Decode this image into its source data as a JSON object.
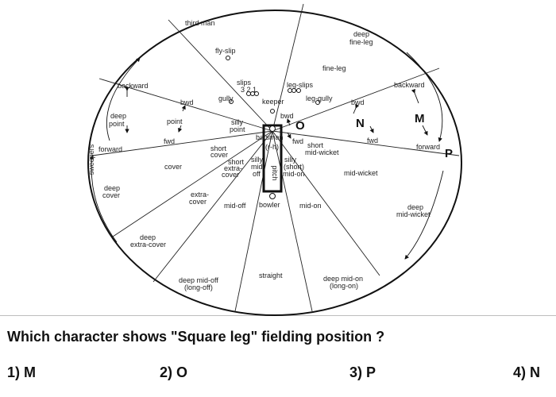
{
  "question": "Which character shows \"Square leg\" fielding position ?",
  "options": [
    {
      "label": "1) M"
    },
    {
      "label": "2) O"
    },
    {
      "label": "3) P"
    },
    {
      "label": "4) N"
    }
  ],
  "diagram": {
    "markers": {
      "M": "M",
      "N": "N",
      "O": "O",
      "P": "P"
    },
    "positions": {
      "third_man": "third man",
      "fly_slip": "fly-slip",
      "slips": "slips",
      "slip_numbers": "3 2 1",
      "gully": "gully",
      "keeper": "keeper",
      "leg_slips": "leg-slips",
      "leg_gully": "leg-gully",
      "deep_fine_leg_1": "deep",
      "deep_fine_leg_2": "fine-leg",
      "fine_leg": "fine-leg",
      "backward_off": "backward",
      "backward_leg": "backward",
      "bwd_off": "bwd",
      "bwd_keeper": "bwd",
      "bwd_leg": "bwd",
      "point": "point",
      "fwd_off": "fwd",
      "fwd_batsman": "fwd",
      "fwd_leg": "fwd",
      "deep_point_1": "deep",
      "deep_point_2": "point",
      "forward_off": "forward",
      "forward_leg": "forward",
      "silly_point_1": "silly",
      "silly_point_2": "point",
      "batsman": "batsman",
      "rh": "(r-h)",
      "short_cover_1": "short",
      "short_cover_2": "cover",
      "short_extra_cover_1": "short",
      "short_extra_cover_2": "extra-",
      "short_extra_cover_3": "cover",
      "silly_mid_off_1": "silly",
      "silly_mid_off_2": "mid-",
      "silly_mid_off_3": "off",
      "pitch": "pitch",
      "silly_mid_on_1": "silly",
      "silly_mid_on_2": "(short)",
      "silly_mid_on_3": "mid-on",
      "short_mid_wicket_1": "short",
      "short_mid_wicket_2": "mid-wicket",
      "cover": "cover",
      "mid_wicket": "mid-wicket",
      "sweepers": "sweepers",
      "deep_cover_1": "deep",
      "deep_cover_2": "cover",
      "extra_cover_1": "extra-",
      "extra_cover_2": "cover",
      "mid_off": "mid-off",
      "bowler": "bowler",
      "mid_on": "mid-on",
      "deep_mid_wicket_1": "deep",
      "deep_mid_wicket_2": "mid-wicket",
      "deep_extra_cover_1": "deep",
      "deep_extra_cover_2": "extra-cover",
      "straight": "straight",
      "deep_mid_off_1": "deep mid-off",
      "deep_mid_off_2": "(long-off)",
      "deep_mid_on_1": "deep mid-on",
      "deep_mid_on_2": "(long-on)"
    }
  }
}
